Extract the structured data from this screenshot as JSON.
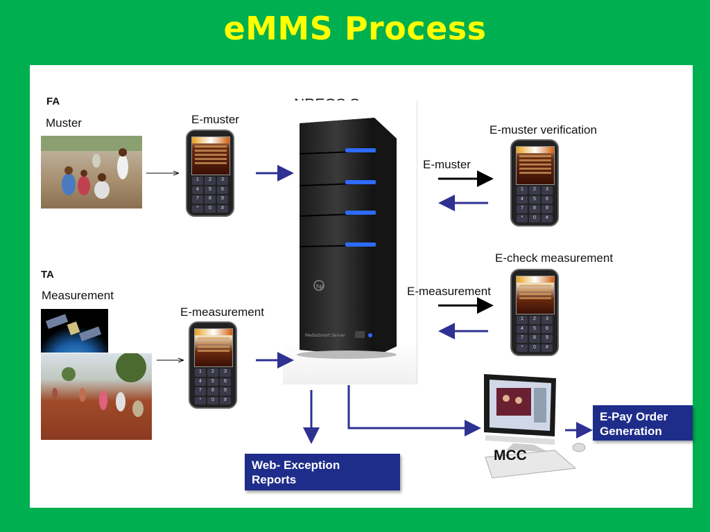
{
  "title": "eMMS Process",
  "server": {
    "label": "NREGS Server",
    "brand": "hp",
    "model": "MediaSmart Server"
  },
  "fa": {
    "role": "FA",
    "task": "Muster",
    "phone_label": "E-muster"
  },
  "ta": {
    "role": "TA",
    "task": "Measurement",
    "phone_label": "E-measurement"
  },
  "right_top": {
    "arrow_label": "E-muster",
    "phone_label": "E-muster verification"
  },
  "right_mid": {
    "arrow_label": "E-measurement",
    "phone_label": "E-check measurement"
  },
  "mcc": {
    "label": "MCC"
  },
  "epay": {
    "line1": "E-Pay Order",
    "line2": "Generation"
  },
  "web": {
    "line1": "Web- Exception",
    "line2": "Reports"
  },
  "colors": {
    "background": "#00B050",
    "title": "#FFFF00",
    "arrow": "#2E3192",
    "box": "#1F2D8A",
    "server_led": "#2E6BFF"
  }
}
